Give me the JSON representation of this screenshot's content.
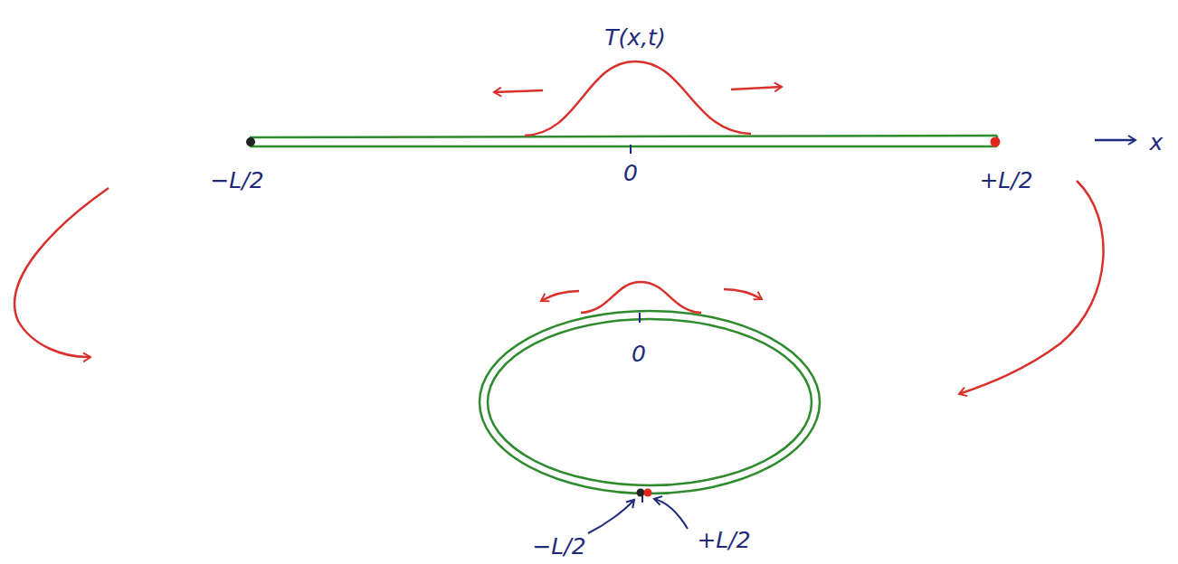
{
  "diagram": {
    "labels": [
      "T(x,t)",
      "−L/2",
      "0",
      "+L/2",
      "x",
      "0",
      "−L/2",
      "+L/2"
    ]
  }
}
